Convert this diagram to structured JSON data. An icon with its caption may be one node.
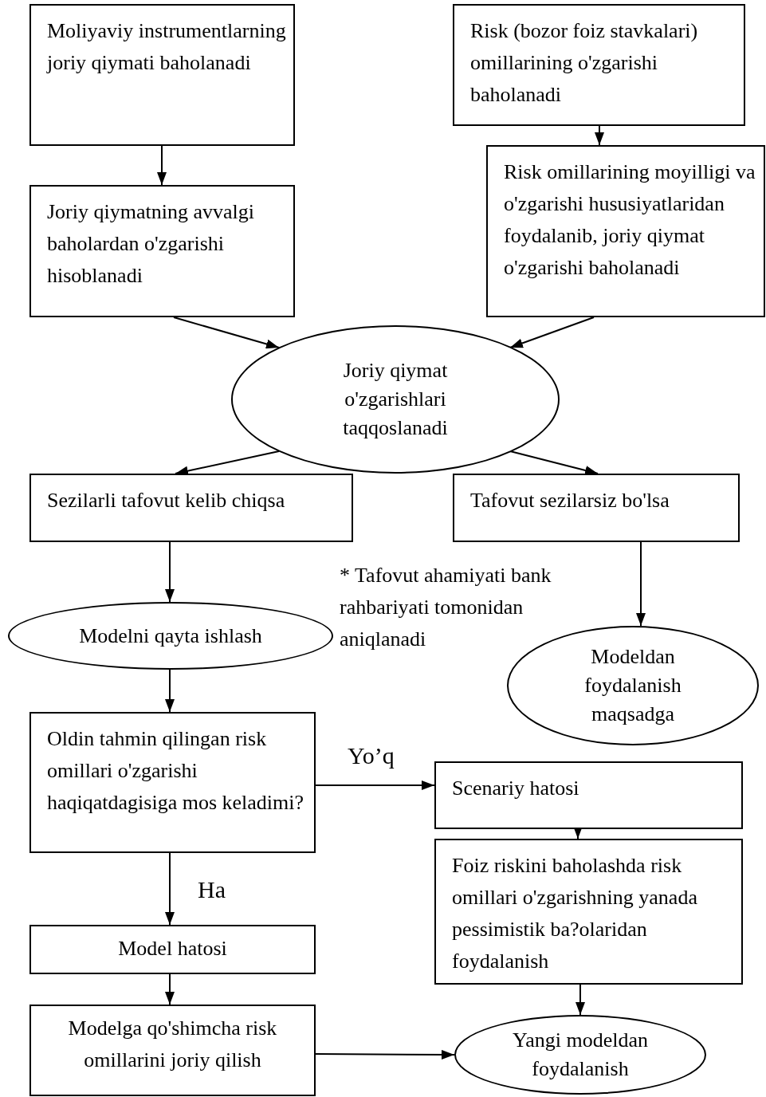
{
  "diagram": {
    "nodes": [
      {
        "text": [
          "Moliyaviy instrumentlarning joriy qiymati baholanadi"
        ]
      },
      {
        "text": [
          "Risk (bozor foiz stavkalari) omillarining o'zgarishi baholanadi"
        ]
      },
      {
        "text": [
          "Joriy qiymatning avvalgi baholardan o'zgarishi hisoblanadi"
        ]
      },
      {
        "text": [
          "Risk omillarining moyilligi va o'zgarishi hususiyatlaridan foydalanib, joriy qiymat o'zgarishi baholanadi"
        ]
      },
      {
        "text": [
          "Joriy qiymat o'zgarishlari taqqoslanadi"
        ]
      },
      {
        "text": [
          "Sezilarli tafovut kelib chiqsa"
        ]
      },
      {
        "text": [
          "Tafovut sezilarsiz bo'lsa"
        ]
      },
      {
        "text": [
          "Modelni qayta ishlash"
        ]
      },
      {
        "text": [
          "Modeldan foydalanish maqsadga"
        ]
      },
      {
        "text": [
          "Oldin tahmin qilingan risk omillari o'zgarishi haqiqatdagisiga mos keladimi?"
        ]
      },
      {
        "text": [
          "Scenariy hatosi"
        ]
      },
      {
        "text": [
          "Foiz riskini baholashda risk omillari o'zgarishning yanada pessimistik ba?olaridan foydalanish"
        ]
      },
      {
        "text": [
          "Model hatosi"
        ]
      },
      {
        "text": [
          "Modelga qo'shimcha risk omillarini joriy qilish"
        ]
      },
      {
        "text": [
          "Yangi modeldan foydalanish"
        ]
      }
    ],
    "edges": [
      {
        "from": 0,
        "to": 2,
        "arrow": "to"
      },
      {
        "from": 1,
        "to": 3,
        "arrow": "to"
      },
      {
        "from": 2,
        "to": 4,
        "arrow": "to"
      },
      {
        "from": 3,
        "to": 4,
        "arrow": "to"
      },
      {
        "from": 4,
        "to": 5,
        "arrow": "to"
      },
      {
        "from": 4,
        "to": 6,
        "arrow": "to"
      },
      {
        "from": 5,
        "to": 7,
        "arrow": "to"
      },
      {
        "from": 6,
        "to": 8,
        "arrow": "to"
      },
      {
        "from": 7,
        "to": 9,
        "arrow": "to"
      },
      {
        "from": 9,
        "to": 10,
        "arrow": "to",
        "label": "Yo’q"
      },
      {
        "from": 10,
        "to": 11,
        "arrow": "to"
      },
      {
        "from": 9,
        "to": 12,
        "arrow": "to",
        "label": "Ha"
      },
      {
        "from": 11,
        "to": 14,
        "arrow": "to"
      },
      {
        "from": 12,
        "to": 13,
        "arrow": "to"
      },
      {
        "from": 13,
        "to": 14,
        "arrow": "to"
      }
    ],
    "labels": [
      "* Tafovut ahamiyati bank rahbariyati tomonidan aniqlanadi"
    ]
  }
}
